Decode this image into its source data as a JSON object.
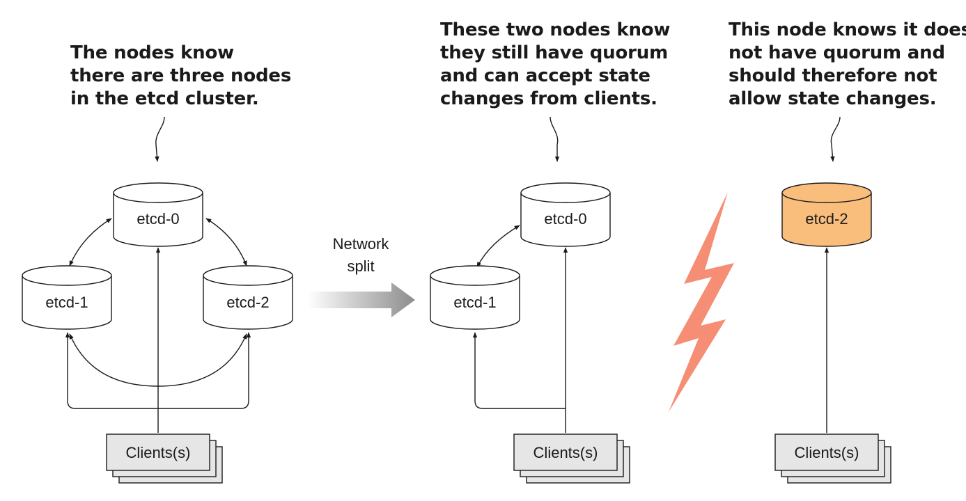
{
  "callouts": {
    "left": [
      "The nodes know",
      "there are three nodes",
      "in the etcd cluster."
    ],
    "middle": [
      "These two nodes know",
      "they still have quorum",
      "and can accept state",
      "changes from clients."
    ],
    "right": [
      "This node knows it does",
      "not have quorum and",
      "should therefore not",
      "allow state changes."
    ]
  },
  "nodes": {
    "left_etcd0": "etcd-0",
    "left_etcd1": "etcd-1",
    "left_etcd2": "etcd-2",
    "mid_etcd0": "etcd-0",
    "mid_etcd1": "etcd-1",
    "right_etcd2": "etcd-2"
  },
  "clients": {
    "left": "Clients(s)",
    "middle": "Clients(s)",
    "right": "Clients(s)"
  },
  "transition": {
    "line1": "Network",
    "line2": "split"
  },
  "colors": {
    "node_fill": "#ffffff",
    "isolated_node_fill": "#f9be7c",
    "client_fill": "#e6e6e6",
    "lightning": "#f68d75",
    "stroke": "#1a1a1a"
  }
}
